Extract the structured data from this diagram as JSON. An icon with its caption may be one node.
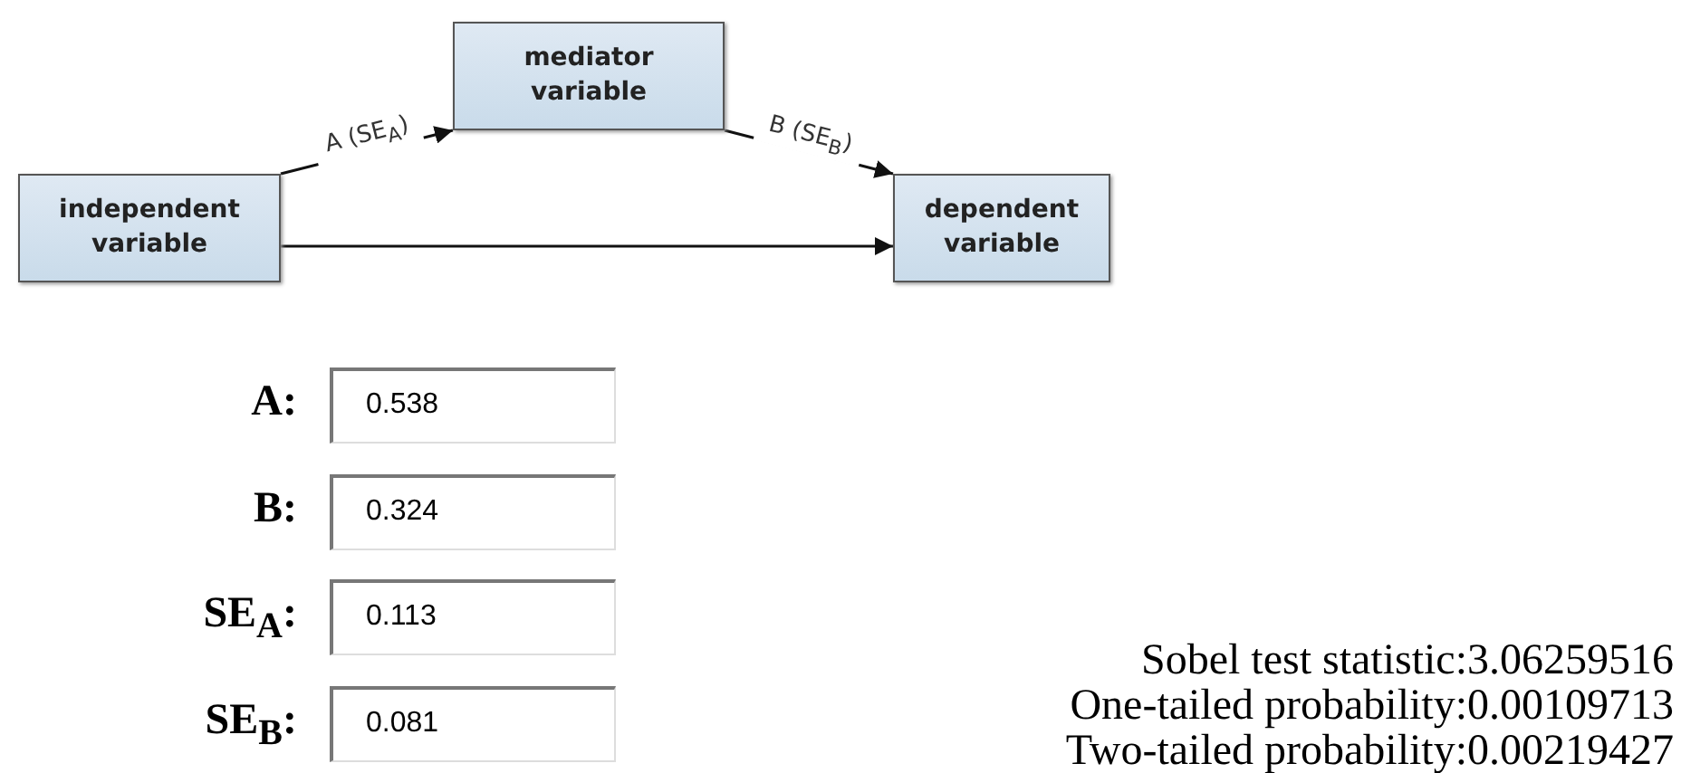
{
  "diagram": {
    "nodes": [
      {
        "text": [
          "independent variable"
        ]
      },
      {
        "text": [
          "mediator variable"
        ]
      },
      {
        "text": [
          "dependent variable"
        ]
      }
    ],
    "edges": [
      {
        "from": 0,
        "to": 1,
        "arrow": "to",
        "label": "A (SE$_{A}$)"
      },
      {
        "from": 1,
        "to": 2,
        "arrow": "to",
        "label": "B (SE$_{B}$)"
      },
      {
        "from": 0,
        "to": 2,
        "arrow": "to"
      }
    ],
    "labels": [
      "A:",
      "0.538",
      "B:",
      "0.324",
      "SE$_{A}$:",
      "0.113",
      "SE$_{B}$:",
      "0.081",
      "Sobel test statistic:3.06259516",
      "One-tailed probability:0.00109713",
      "Two-tailed probability:0.00219427"
    ]
  }
}
